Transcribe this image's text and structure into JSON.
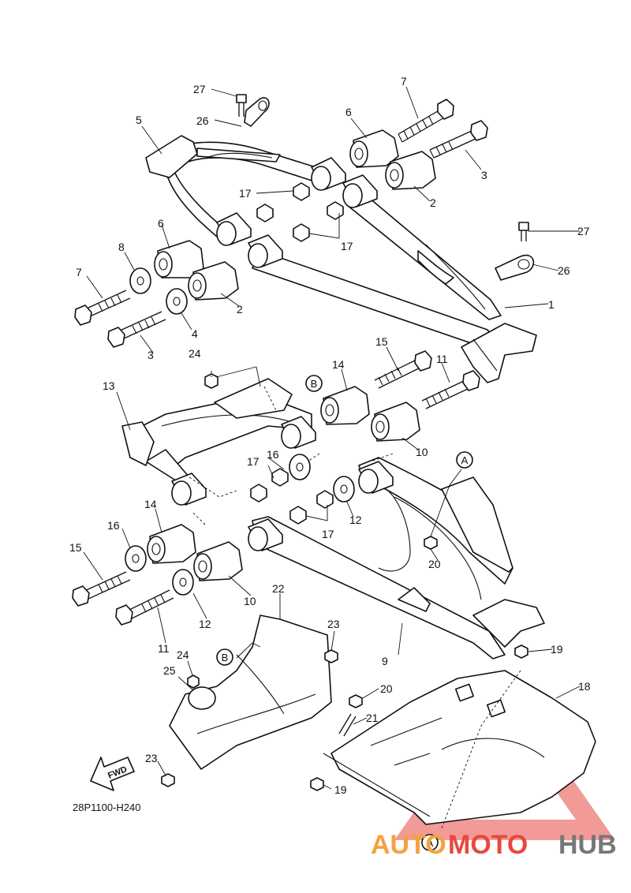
{
  "diagram_code": "28P1100-H240",
  "fwd_label": "FWD",
  "callouts": {
    "a1": "A",
    "a2": "A",
    "b1": "B",
    "b2": "B"
  },
  "part_labels": {
    "n27a": "27",
    "n26a": "26",
    "n5": "5",
    "n7a": "7",
    "n6a": "6",
    "n3a": "3",
    "n17a": "17",
    "n2a": "2",
    "n6b": "6",
    "n8": "8",
    "n17b": "17",
    "n27b": "27",
    "n26b": "26",
    "n7b": "7",
    "n1": "1",
    "n2b": "2",
    "n4": "4",
    "n3b": "3",
    "n24a": "24",
    "n15a": "15",
    "n14a": "14",
    "n11a": "11",
    "n13": "13",
    "n10a": "10",
    "n17c": "17",
    "n16a": "16",
    "n14b": "14",
    "n12a": "12",
    "n17d": "17",
    "n16b": "16",
    "n15b": "15",
    "n20a": "20",
    "n10b": "10",
    "n12b": "12",
    "n11b": "11",
    "n9": "9",
    "n22": "22",
    "n23a": "23",
    "n19a": "19",
    "n24b": "24",
    "n25": "25",
    "n18": "18",
    "n20b": "20",
    "n21": "21",
    "n23b": "23",
    "n19b": "19"
  },
  "watermark": {
    "part1": "AUTO",
    "part2": "MOTO",
    "part3": "HUB",
    "colors": {
      "auto": "#f3a23f",
      "moto": "#e7483f",
      "hub": "#777777",
      "triangle": "#e7483f"
    }
  }
}
